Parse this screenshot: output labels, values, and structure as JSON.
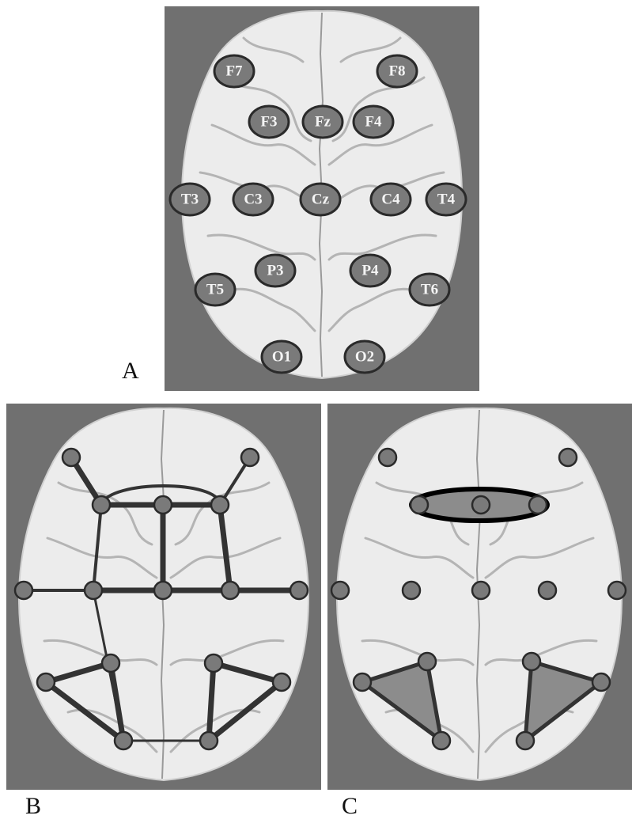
{
  "panels": {
    "a": {
      "label": "A"
    },
    "b": {
      "label": "B"
    },
    "c": {
      "label": "C"
    }
  },
  "electrodes": [
    "F7",
    "F8",
    "F3",
    "Fz",
    "F4",
    "T3",
    "C3",
    "Cz",
    "C4",
    "T4",
    "P3",
    "P4",
    "T5",
    "T6",
    "O1",
    "O2"
  ],
  "colors": {
    "panel_background": "#707070",
    "brain": "#ececec",
    "sulci": "#b4b4b4",
    "electrode_fill": "#7a7a7a",
    "electrode_stroke": "#2a2a2a",
    "connection": "#333333",
    "region_fill": "#8c8c8c"
  }
}
